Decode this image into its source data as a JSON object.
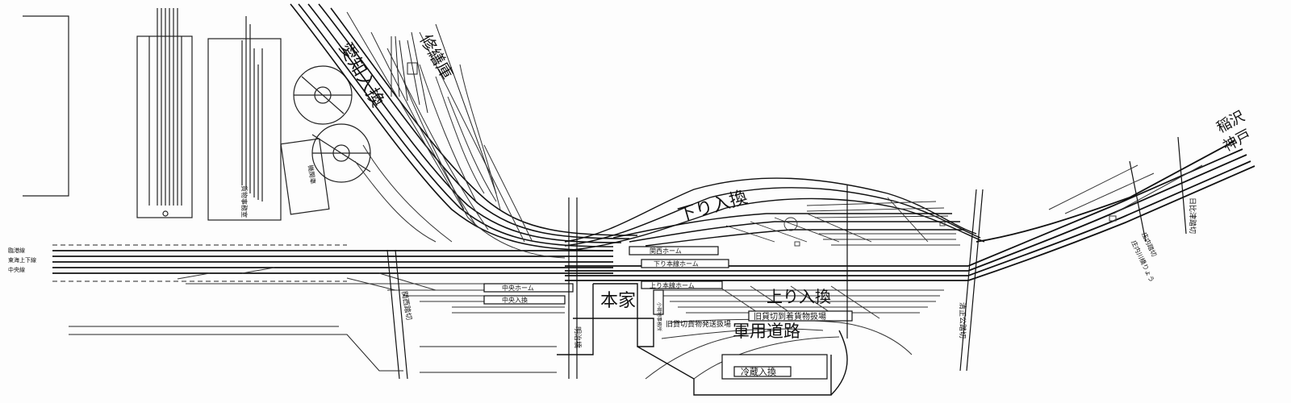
{
  "labels": {
    "aichi_irekae": "愛知入換",
    "shuzenko": "修繕庫",
    "kudari_irekae": "下り入換",
    "nobori_irekae": "上り入換",
    "honya": "本家",
    "gunyo_doro": "軍用道路",
    "reizo_irekae": "冷蔵入換",
    "inazawa": "稲沢",
    "kobe": "神戸",
    "kansai_home": "関西ホーム",
    "kudari_honsen_home": "下り本線ホーム",
    "nobori_honsen_home": "上り本線ホーム",
    "chuo_home": "中央ホーム",
    "chuo_irekae": "中央入換",
    "kyu_kashikiri_touchaku": "旧貸切到着貨物扱場",
    "kyu_kashikiri_hassou": "旧貸切貨物発送扱場",
    "rinkou_sen": "臨港線",
    "tokaido_joge_sen": "東海上下線",
    "chuo_sen": "中央線",
    "kansai_fumikiri": "関西踏切",
    "meiji_bashi": "明治橋",
    "kiyomasa_koen_fumikiri": "清正公踏切",
    "hibitsu_fumikiri": "日比津踏切",
    "shounai_fumikiri": "庄内踏切",
    "shonaigawa_kyoryo": "庄内川橋りょう",
    "kamotsu_jimushitsu": "貨物事務室",
    "kikansha": "機関車",
    "kodensha_kozai": "小荷物事務所"
  }
}
